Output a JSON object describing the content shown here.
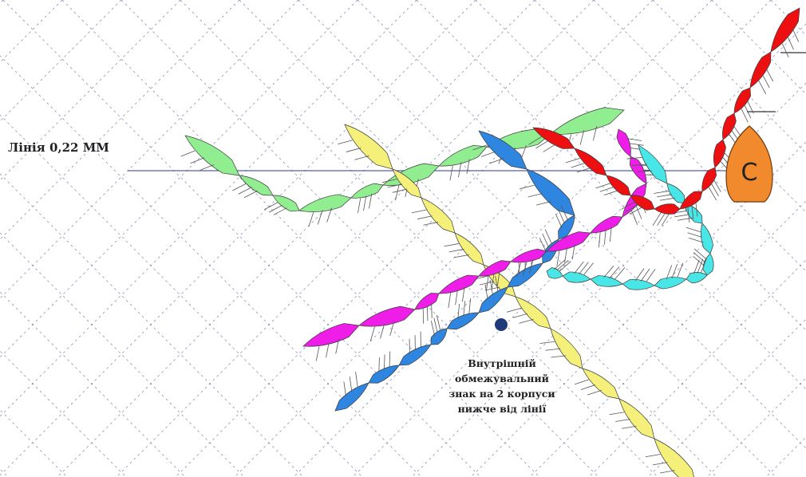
{
  "line_label": "Лінія 0,22 ММ",
  "mark_letter": "C",
  "inner_limit_note": [
    "Внутрішній",
    "обмежувальний",
    "знак на 2 корпуси",
    "нижче від лінії"
  ],
  "colors": {
    "background": "#ffffff",
    "grid": "#9aa0bd",
    "start_line": "#5a5fa0",
    "mark": "#f08a2c",
    "inner_dot": "#1f3a7a",
    "boat_outline": "#3a3a3a",
    "oar": "#555555"
  },
  "tracks": [
    {
      "name": "green-track",
      "color": "#90ee90"
    },
    {
      "name": "yellow-track",
      "color": "#f4f07a"
    },
    {
      "name": "blue-track",
      "color": "#2f86e0"
    },
    {
      "name": "magenta-track",
      "color": "#ee1ee8"
    },
    {
      "name": "cyan-track",
      "color": "#48e6e6"
    },
    {
      "name": "red-track",
      "color": "#ee1010"
    }
  ]
}
